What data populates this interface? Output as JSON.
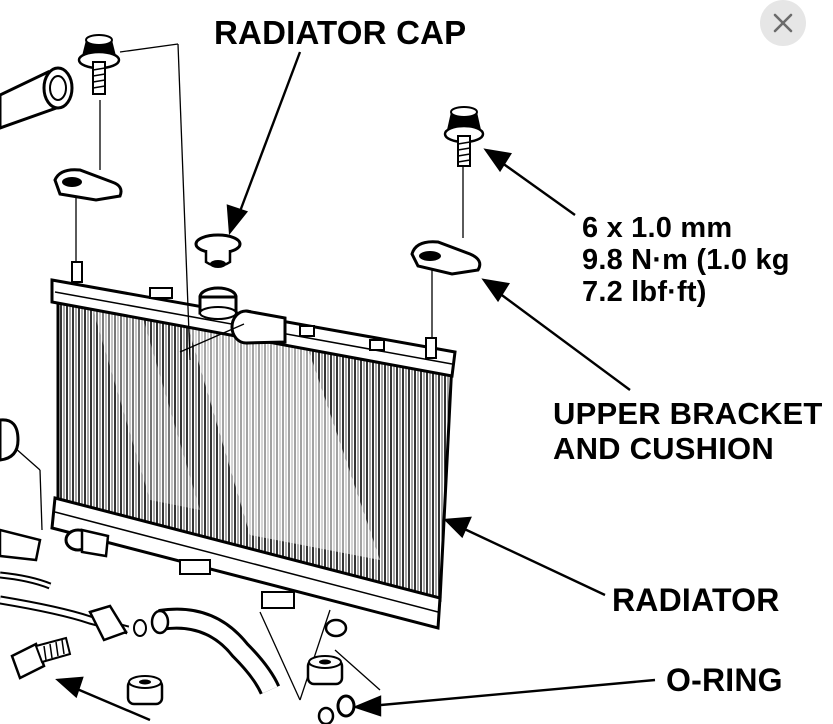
{
  "labels": {
    "radiator_cap": "RADIATOR CAP",
    "bolt_spec": [
      "6 x 1.0 mm",
      "9.8 N·m (1.0 kg",
      "7.2 lbf·ft)"
    ],
    "upper_bracket": [
      "UPPER BRACKET",
      "AND CUSHION"
    ],
    "radiator": "RADIATOR",
    "o_ring": "O-RING"
  },
  "close_button": {
    "icon": "close-icon",
    "background": "#e6e6e6",
    "glyph_color": "#6b6b6b"
  }
}
